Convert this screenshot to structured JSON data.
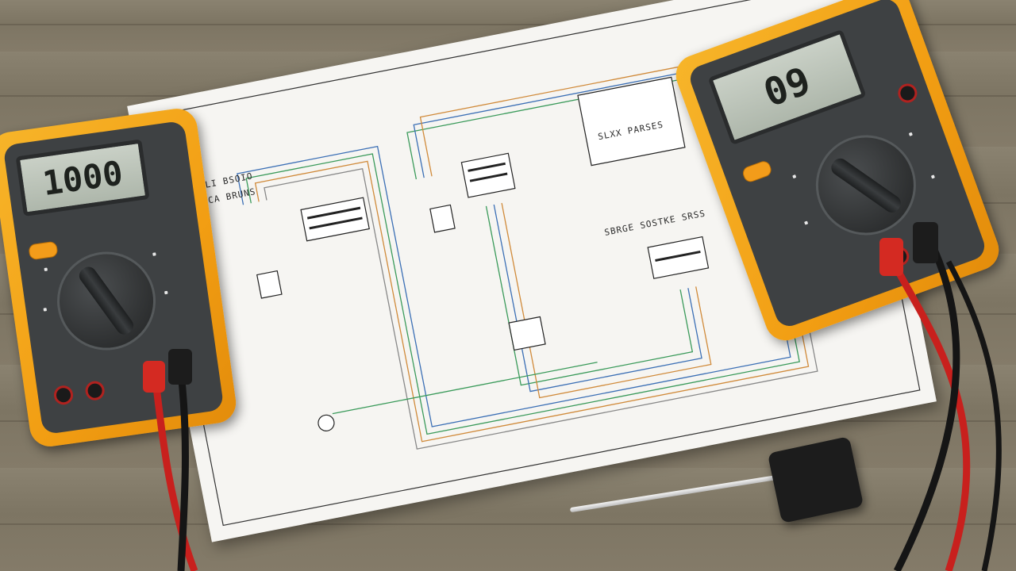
{
  "scene": {
    "left_meter": {
      "display": "1000"
    },
    "right_meter": {
      "display": "09"
    },
    "paper": {
      "labels": [
        "ELI BSOIO",
        "RCA BRUNS",
        "SBRGE SOSTKE SRSS",
        "SLXX PARSES"
      ]
    },
    "colors": {
      "meter_body": "#f29e13",
      "lcd": "#b9c2b6",
      "wire_red": "#c8201d",
      "wire_black": "#151515",
      "wood": "#7d7563",
      "paper": "#f6f5f2"
    },
    "icons": [
      "multimeter-icon",
      "rotary-dial-icon",
      "test-probe-icon",
      "circuit-diagram-icon"
    ]
  }
}
